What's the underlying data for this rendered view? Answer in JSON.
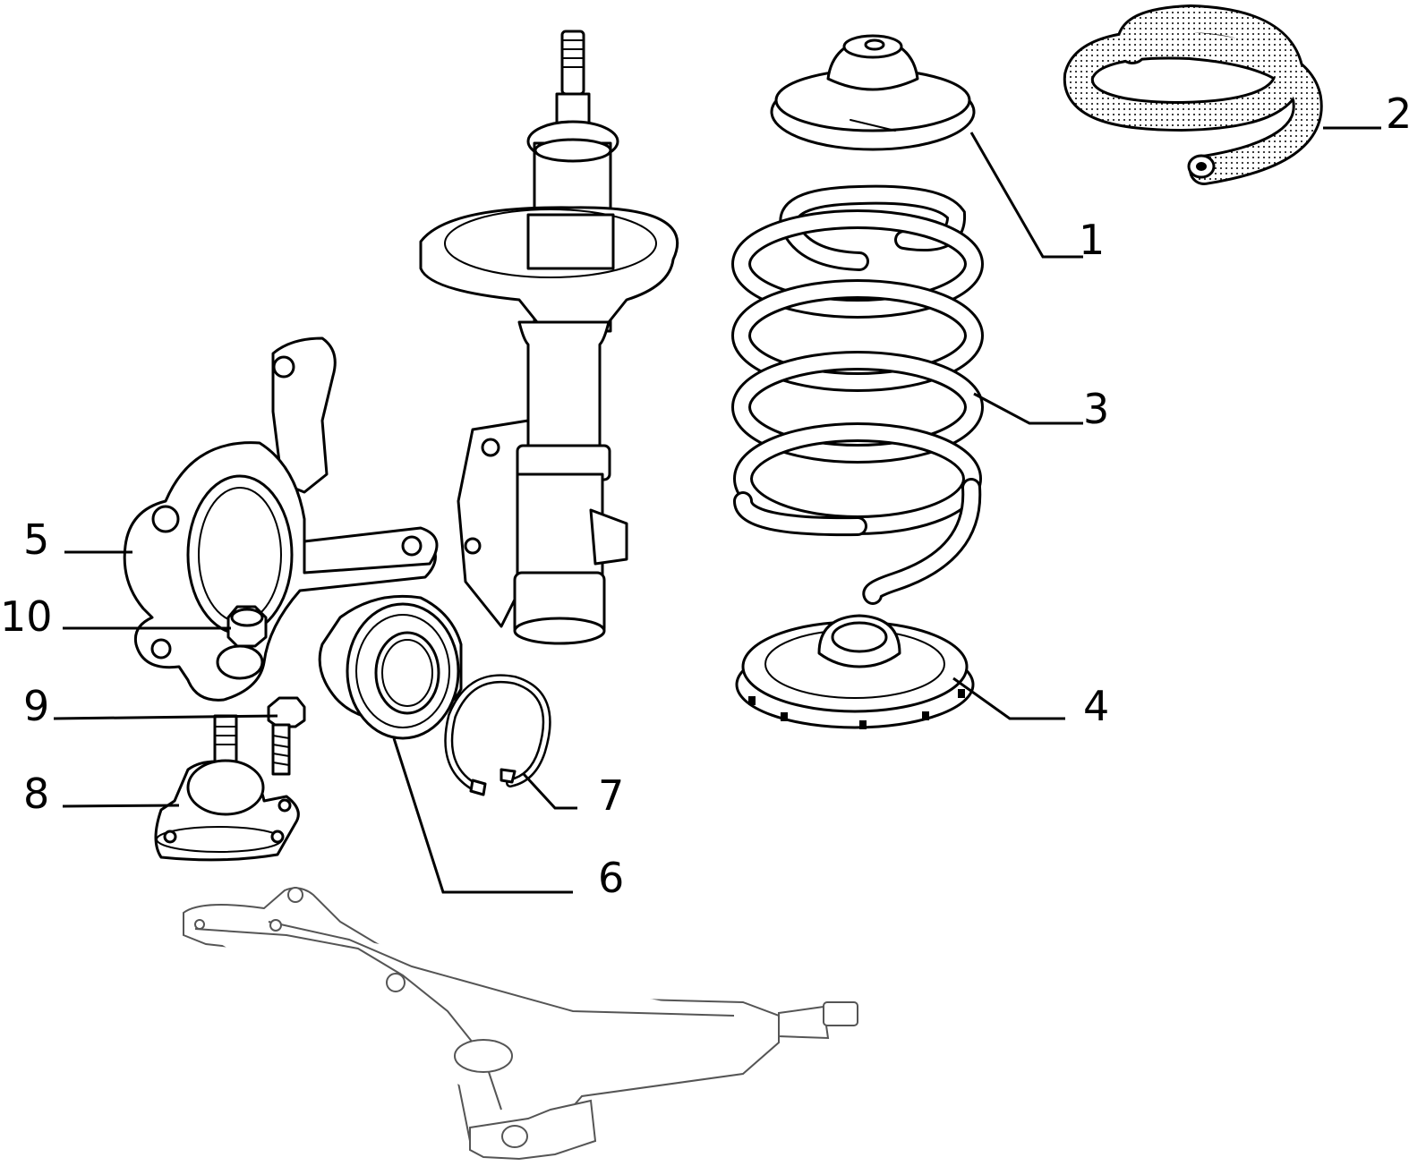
{
  "callouts": [
    {
      "id": "1",
      "text": "1"
    },
    {
      "id": "2",
      "text": "2"
    },
    {
      "id": "3",
      "text": "3"
    },
    {
      "id": "4",
      "text": "4"
    },
    {
      "id": "5",
      "text": "5"
    },
    {
      "id": "6",
      "text": "6"
    },
    {
      "id": "7",
      "text": "7"
    },
    {
      "id": "8",
      "text": "8"
    },
    {
      "id": "9",
      "text": "9"
    },
    {
      "id": "10",
      "text": "10"
    }
  ],
  "colors": {
    "ink": "#000000",
    "paper": "#ffffff",
    "ghost": "#555555"
  }
}
